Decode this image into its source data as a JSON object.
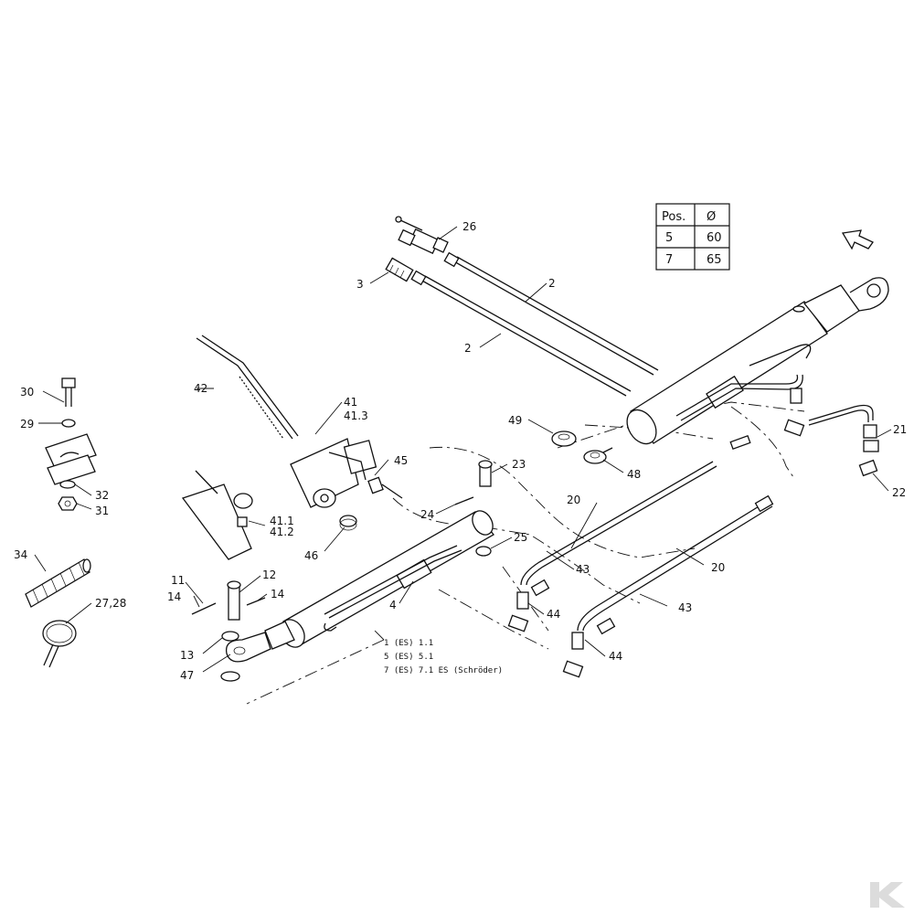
{
  "callouts": {
    "c26": "26",
    "c3": "3",
    "c2a": "2",
    "c2b": "2",
    "c42": "42",
    "c41": "41",
    "c41_3": "41.3",
    "c45": "45",
    "c30": "30",
    "c29": "29",
    "c32": "32",
    "c31": "31",
    "c34": "34",
    "c27_28": "27,28",
    "c49": "49",
    "c48": "48",
    "c23": "23",
    "c24": "24",
    "c25": "25",
    "c41_1": "41.1",
    "c41_2": "41.2",
    "c46": "46",
    "c11": "11",
    "c12": "12",
    "c14a": "14",
    "c14b": "14",
    "c13": "13",
    "c47": "47",
    "c4": "4",
    "c20a": "20",
    "c20b": "20",
    "c43a": "43",
    "c43b": "43",
    "c44a": "44",
    "c44b": "44",
    "c21": "21",
    "c22": "22"
  },
  "notes": {
    "n1": "1 (ES)   1.1",
    "n2": "5 (ES)   5.1",
    "n3": "7 (ES)   7.1 ES (Schröder)"
  },
  "table": {
    "h_pos": "Pos.",
    "h_dia": "Ø",
    "r1_pos": "5",
    "r1_dia": "60",
    "r2_pos": "7",
    "r2_dia": "65"
  },
  "icons": [
    "direction-arrow-icon",
    "brand-logo-icon"
  ]
}
